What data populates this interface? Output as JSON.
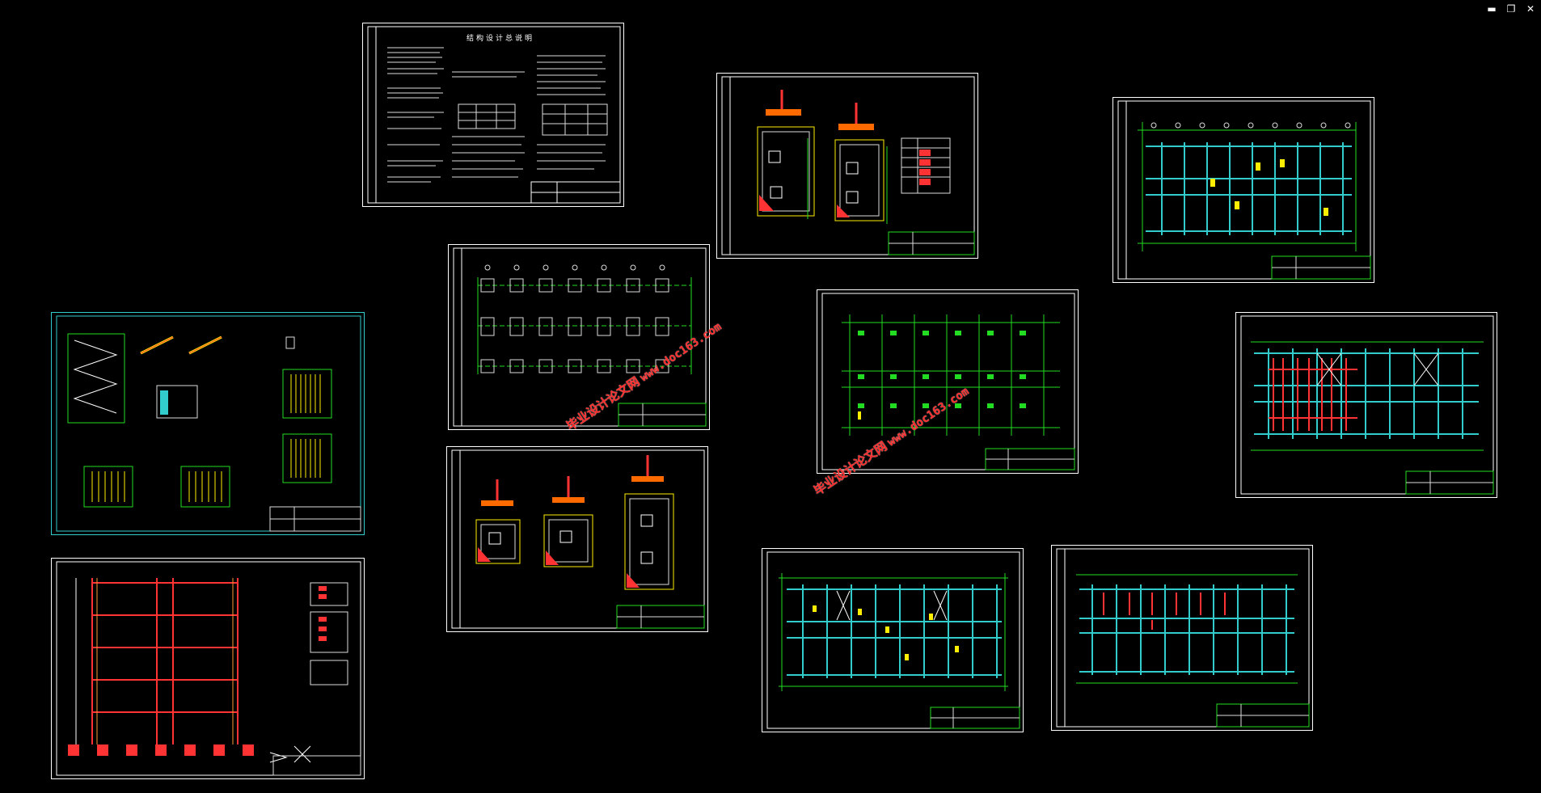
{
  "window": {
    "minimize_glyph": "▬",
    "restore_glyph": "❐",
    "close_glyph": "✕"
  },
  "sheets": [
    {
      "id": "design-notes",
      "title": "结构设计总说明"
    }
  ],
  "watermark": {
    "text_cn": "毕业设计论文网",
    "text_url": "www.doc163.com"
  },
  "colors": {
    "background": "#000000",
    "frame": "#ffffff",
    "grid_green": "#22dd22",
    "member_cyan": "#33cccc",
    "rebar_red": "#ff3333",
    "note_yellow": "#ffee00",
    "watermark_red": "#ff2a2a"
  }
}
